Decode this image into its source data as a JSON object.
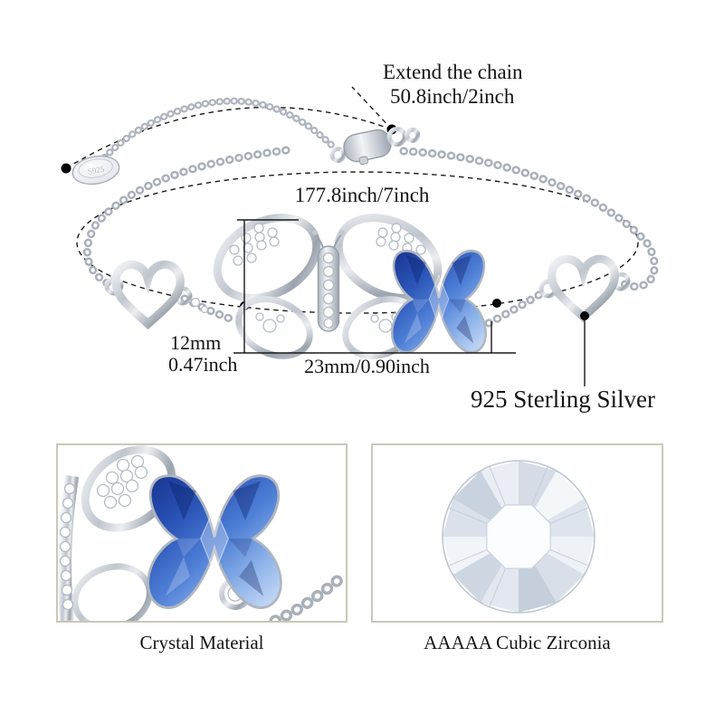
{
  "annotations": {
    "extend_chain": {
      "title": "Extend the chain",
      "value": "50.8inch/2inch"
    },
    "total_length": "177.8inch/7inch",
    "pendant_height": {
      "mm": "12mm",
      "inch": "0.47inch"
    },
    "pendant_width": "23mm/0.90inch",
    "material": "925 Sterling Silver"
  },
  "tag": {
    "stamp": "S925"
  },
  "features": {
    "left": {
      "caption": "Crystal Material"
    },
    "right": {
      "caption": "AAAAA Cubic Zirconia"
    }
  },
  "colors": {
    "crystal_blue": "#2f5fc4",
    "crystal_blue_dark": "#16338f",
    "crystal_blue_light": "#8fb4ea",
    "silver": "#c6cbd2",
    "annotation_black": "#1a1a1a",
    "feature_box_border": "#c9c8b8",
    "background": "#ffffff"
  }
}
